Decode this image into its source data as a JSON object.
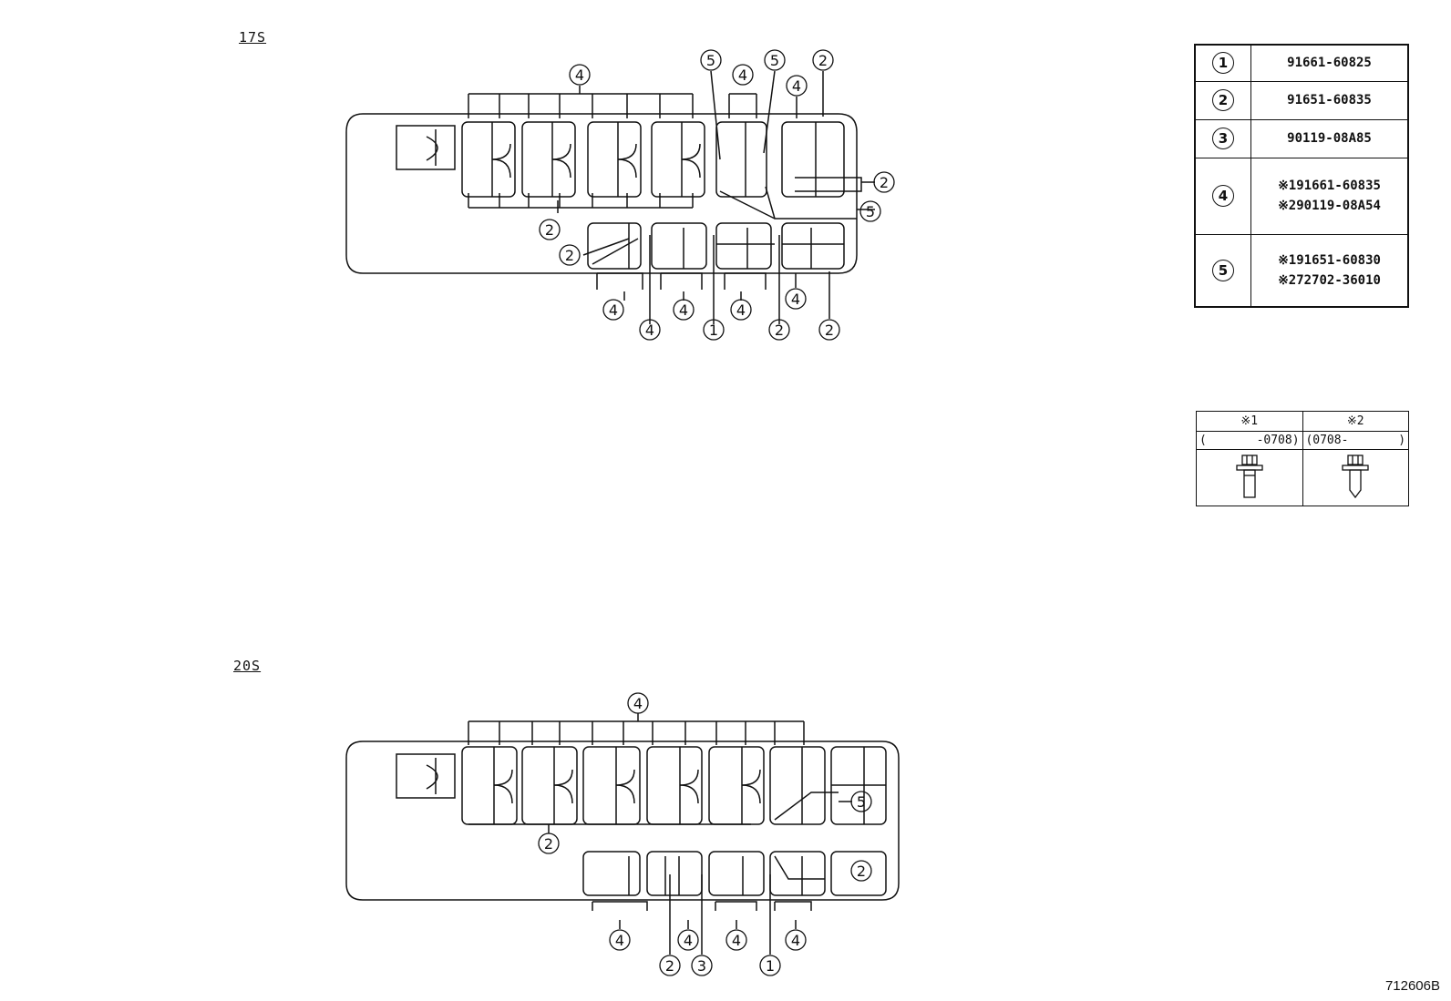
{
  "sections": [
    {
      "label": "17S"
    },
    {
      "label": "20S"
    }
  ],
  "parts_table": [
    {
      "num": "1",
      "lines": [
        "91661-60825"
      ]
    },
    {
      "num": "2",
      "lines": [
        "91651-60835"
      ]
    },
    {
      "num": "3",
      "lines": [
        "90119-08A85"
      ]
    },
    {
      "num": "4",
      "lines": [
        "※191661-60835",
        "※290119-08A54"
      ]
    },
    {
      "num": "5",
      "lines": [
        "※191651-60830",
        "※272702-36010"
      ]
    }
  ],
  "legend": {
    "headers": [
      "※1",
      "※2"
    ],
    "ranges": [
      "(       -0708)",
      "(0708-       )"
    ],
    "icons": [
      "bolt-washer-icon",
      "bolt-pin-icon"
    ]
  },
  "callouts_17s": [
    "4",
    "5",
    "4",
    "5",
    "2",
    "4",
    "2",
    "5",
    "2",
    "2",
    "4",
    "4",
    "4",
    "1",
    "4",
    "2",
    "4",
    "2"
  ],
  "callouts_20s": [
    "4",
    "2",
    "5",
    "2",
    "4",
    "4",
    "2",
    "3",
    "4",
    "1",
    "4"
  ],
  "footer": "712606B"
}
